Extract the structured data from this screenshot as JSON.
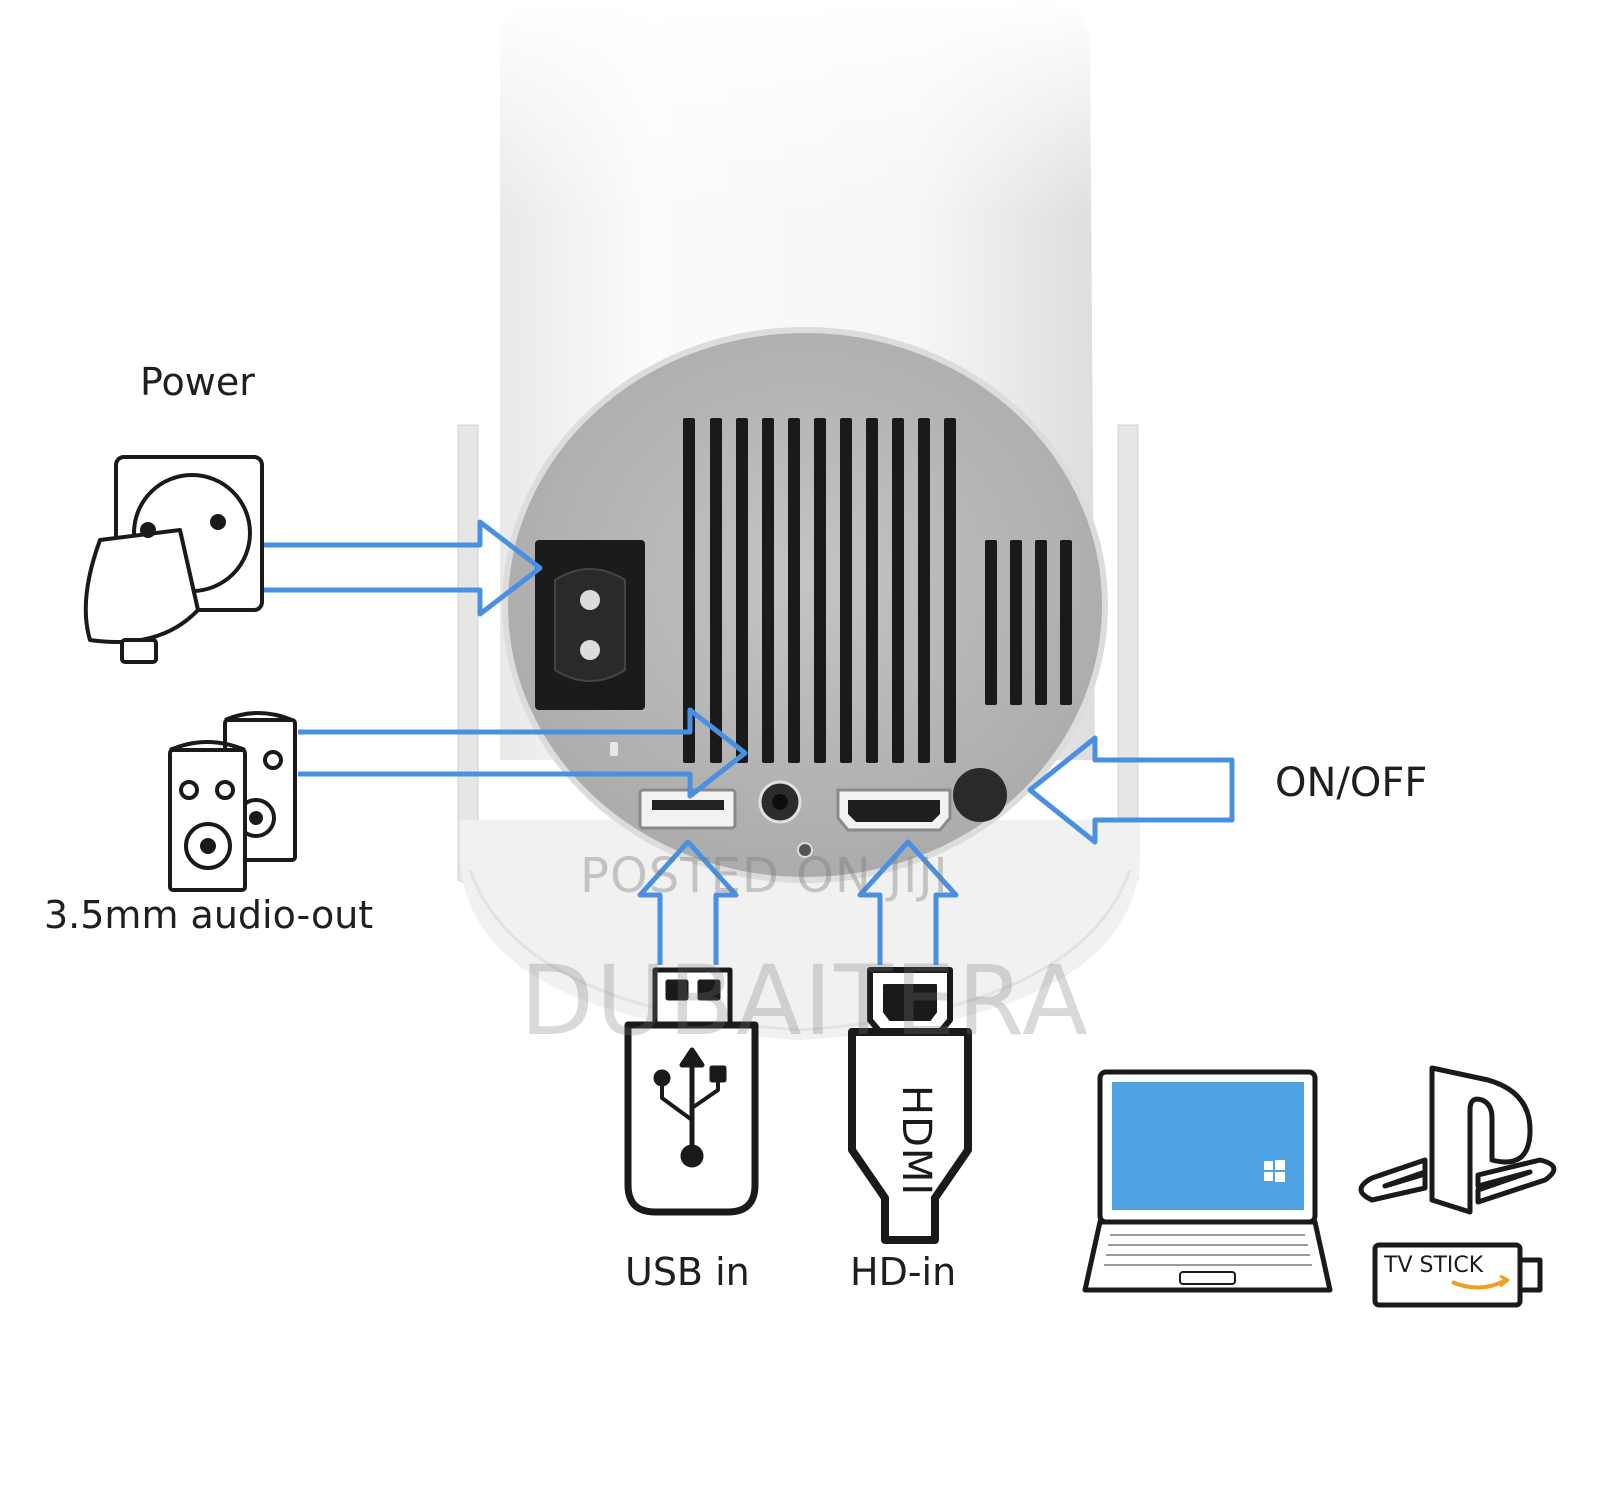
{
  "labels": {
    "power": "Power",
    "audio_out": "3.5mm audio-out",
    "on_off": "ON/OFF",
    "usb_in": "USB in",
    "hd_in": "HD-in"
  },
  "device_text": {
    "hdmi_plug": "HDMI",
    "tv_stick": "TV STICK"
  },
  "watermark": {
    "posted": "POSTED ON JIJI",
    "seller": "DUBAITERA"
  },
  "colors": {
    "arrow_blue": "#4a90e2",
    "laptop_screen": "#4ea3e6",
    "panel_gray": "#b9b9b9",
    "vent_black": "#1a1a1a"
  }
}
